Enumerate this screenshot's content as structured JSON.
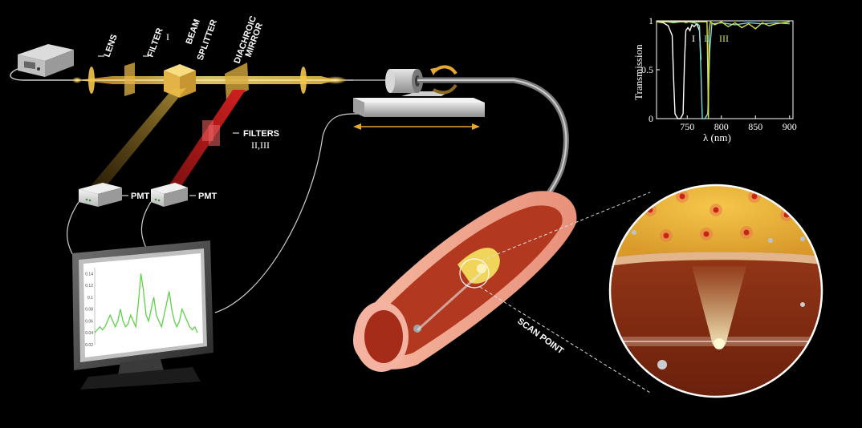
{
  "labels": {
    "lens": "LENS",
    "filter": "FILTER",
    "filter_num": "I",
    "beam_1": "BEAM",
    "beam_2": "SPLITTER",
    "dichroic_1": "DIACHROIC",
    "dichroic_2": "MIRROR",
    "filters": "FILTERS",
    "filters_num": "II,III",
    "pmt_1": "PMT",
    "pmt_2": "PMT",
    "scan_point": "SCAN POINT"
  },
  "colors": {
    "yellow_beam": "#f2c64a",
    "red_beam": "#c81d1d",
    "curve_I": "#ffffff",
    "curve_II": "#7fd8e0",
    "curve_III": "#d6e04a",
    "monitor_trace": "#5fd04a",
    "arrow_orange": "#e6a830"
  },
  "chart_data": [
    {
      "type": "line",
      "xlabel": "λ (nm)",
      "ylabel": "Transmission",
      "xlim": [
        705,
        905
      ],
      "ylim": [
        0,
        1
      ],
      "xticks": [
        750,
        800,
        850,
        900
      ],
      "yticks": [
        0,
        0.5,
        1
      ],
      "ytick_labels": [
        "0",
        "0.5",
        "1"
      ],
      "series": [
        {
          "name": "I",
          "color": "#ffffff",
          "x": [
            705,
            715,
            722,
            728,
            730,
            732,
            736,
            740,
            744,
            746,
            748,
            751,
            754,
            757,
            760,
            764,
            768,
            770
          ],
          "y": [
            0.99,
            0.98,
            0.95,
            0.85,
            0.4,
            0.05,
            0,
            0,
            0.05,
            0.6,
            0.9,
            0.93,
            0.9,
            0.96,
            0.94,
            0.97,
            0.9,
            0.6
          ]
        },
        {
          "name": "II",
          "color": "#7fd8e0",
          "x": [
            705,
            720,
            730,
            740,
            745,
            748,
            752,
            760,
            765,
            768,
            770,
            772,
            776,
            780,
            783,
            786,
            800,
            820,
            840,
            860,
            880,
            900
          ],
          "y": [
            0.99,
            0.99,
            0.98,
            0.99,
            0.99,
            0.98,
            0.99,
            0.98,
            0.97,
            0.95,
            0.5,
            0,
            0,
            0.05,
            0.7,
            0.97,
            0.98,
            0.96,
            0.98,
            0.97,
            0.98,
            0.97
          ]
        },
        {
          "name": "III",
          "color": "#d6e04a",
          "x": [
            705,
            720,
            740,
            760,
            779,
            780,
            781,
            782,
            784,
            790,
            800,
            810,
            820,
            830,
            840,
            850,
            860,
            870,
            880,
            890,
            900
          ],
          "y": [
            0.99,
            0.99,
            0.99,
            0.99,
            0.99,
            0.5,
            0,
            0.9,
            0.99,
            0.96,
            0.99,
            0.94,
            0.98,
            0.93,
            0.97,
            0.92,
            0.98,
            0.95,
            0.97,
            0.98,
            0.99
          ]
        }
      ],
      "annotations": [
        "I",
        "II",
        "III"
      ]
    },
    {
      "type": "line",
      "yticks": [
        0.02,
        0.04,
        0.06,
        0.08,
        0.1,
        0.12,
        0.14
      ],
      "ylim": [
        0.02,
        0.15
      ],
      "series": [
        {
          "color": "#5fd04a",
          "x": [
            0,
            1,
            2,
            3,
            4,
            5,
            6,
            7,
            8,
            9,
            10,
            11,
            12,
            13,
            14,
            15,
            16,
            17,
            18,
            19,
            20,
            21,
            22,
            23,
            24,
            25,
            26,
            27,
            28,
            29,
            30,
            31,
            32,
            33,
            34,
            35,
            36,
            37,
            38,
            39,
            40
          ],
          "y": [
            0.04,
            0.045,
            0.05,
            0.045,
            0.05,
            0.06,
            0.07,
            0.06,
            0.05,
            0.06,
            0.08,
            0.06,
            0.05,
            0.055,
            0.07,
            0.06,
            0.05,
            0.09,
            0.14,
            0.11,
            0.07,
            0.06,
            0.08,
            0.1,
            0.07,
            0.06,
            0.05,
            0.07,
            0.09,
            0.11,
            0.08,
            0.06,
            0.05,
            0.06,
            0.08,
            0.07,
            0.06,
            0.05,
            0.045,
            0.05,
            0.04
          ]
        }
      ]
    }
  ]
}
